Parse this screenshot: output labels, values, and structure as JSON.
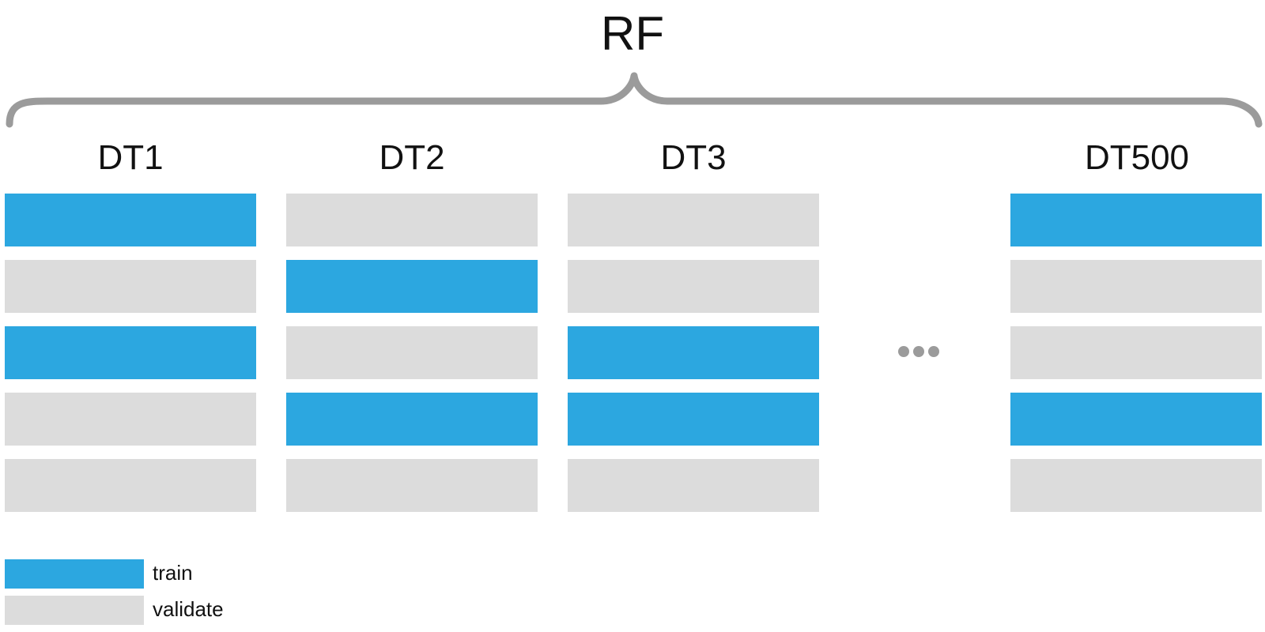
{
  "ensemble_label": "RF",
  "colors": {
    "train": "#2ca7e0",
    "validate": "#dcdcdc",
    "brace": "#9b9b9b",
    "ellipsis": "#9b9b9b",
    "text": "#111111"
  },
  "trees": [
    {
      "label": "DT1",
      "folds": [
        "train",
        "validate",
        "train",
        "validate",
        "validate"
      ]
    },
    {
      "label": "DT2",
      "folds": [
        "validate",
        "train",
        "validate",
        "train",
        "validate"
      ]
    },
    {
      "label": "DT3",
      "folds": [
        "validate",
        "validate",
        "train",
        "train",
        "validate"
      ]
    },
    {
      "label": "DT500",
      "folds": [
        "train",
        "validate",
        "validate",
        "train",
        "validate"
      ]
    }
  ],
  "legend": [
    {
      "key": "train",
      "label": "train"
    },
    {
      "key": "validate",
      "label": "validate"
    }
  ]
}
